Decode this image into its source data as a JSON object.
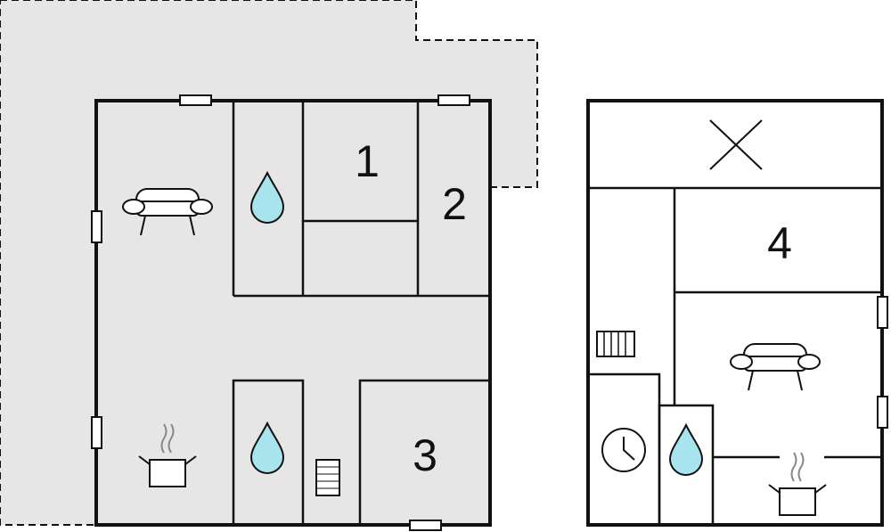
{
  "rooms": {
    "bedroom_1": "1",
    "bedroom_2": "2",
    "bedroom_3": "3",
    "bedroom_4": "4"
  },
  "colors": {
    "terrace": "#e6e6e6",
    "water": "#a8e4ee",
    "wall": "#111111"
  }
}
